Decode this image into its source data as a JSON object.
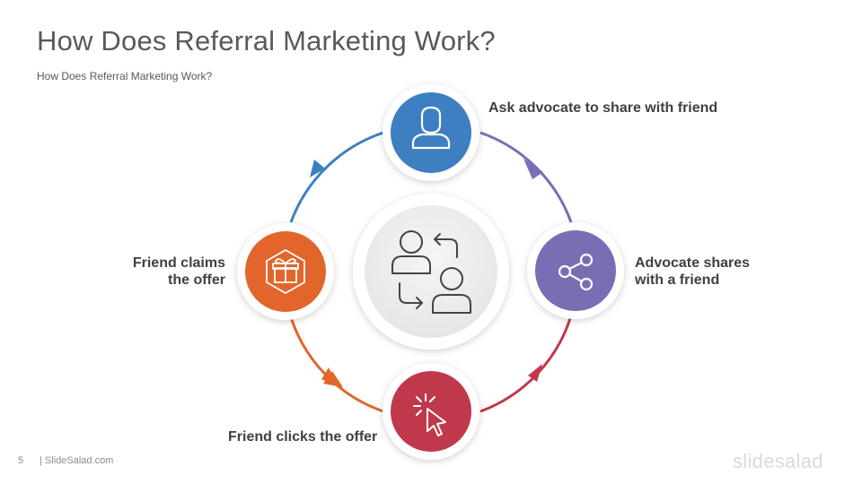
{
  "slide": {
    "title": "How Does Referral Marketing Work?",
    "subtitle": "How Does Referral  Marketing Work?"
  },
  "steps": [
    {
      "label_lines": [
        "Ask advocate to share with friend"
      ],
      "color": "#3e7fc1",
      "icon": "user-icon"
    },
    {
      "label_lines": [
        "Advocate shares",
        "with a friend"
      ],
      "color": "#7b6db3",
      "icon": "share-icon"
    },
    {
      "label_lines": [
        "Friend clicks the offer"
      ],
      "color": "#c0394b",
      "icon": "cursor-click-icon"
    },
    {
      "label_lines": [
        "Friend claims",
        "the offer"
      ],
      "color": "#e2662b",
      "icon": "gift-icon"
    }
  ],
  "center": {
    "icon": "users-exchange-icon"
  },
  "footer": {
    "page_number": "5",
    "brand": "| SlideSalad.com",
    "logo": "slidesalad"
  }
}
